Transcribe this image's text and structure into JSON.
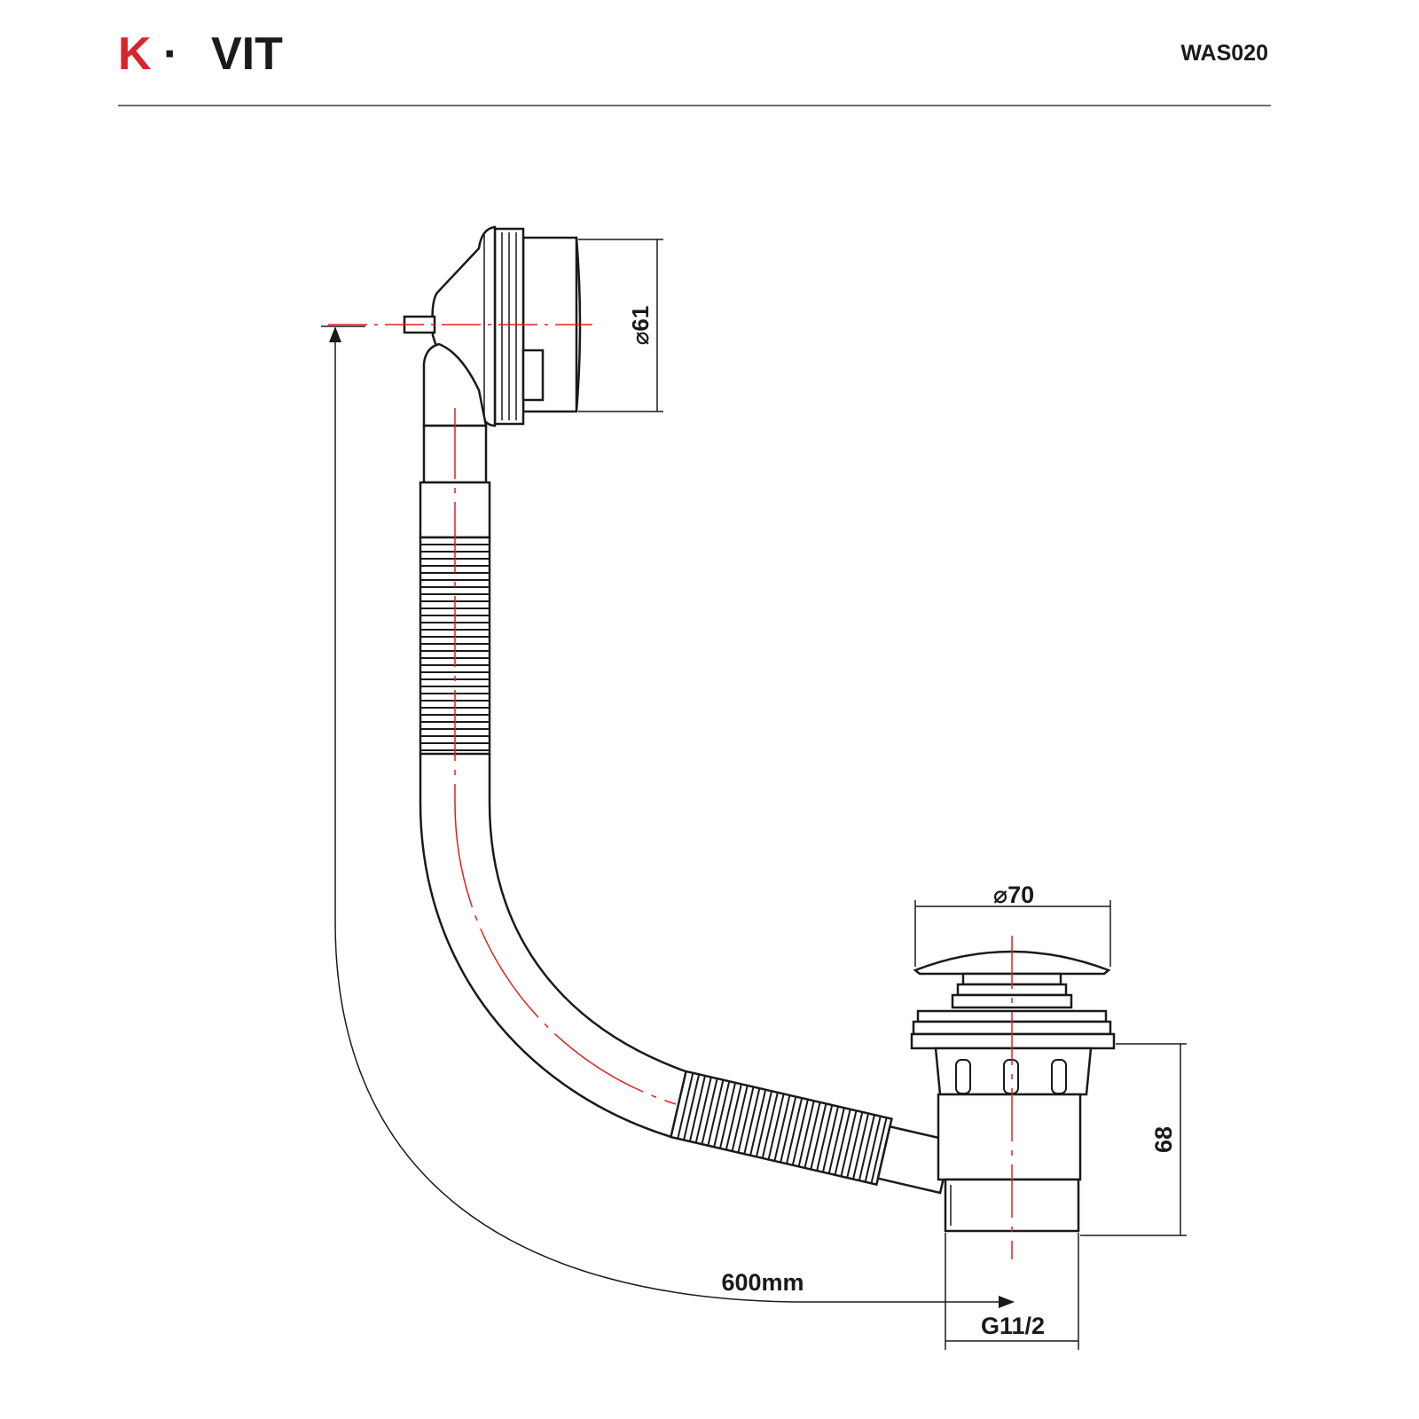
{
  "header": {
    "brand": {
      "letter": "K",
      "separator": "·",
      "rest": "VIT"
    },
    "model_code": "WAS020"
  },
  "dimensions": {
    "overflow_diameter": "⌀61",
    "drain_cap_diameter": "⌀70",
    "drain_body_height": "68",
    "pipe_length": "600mm",
    "thread_size": "G11/2"
  },
  "colors": {
    "brand_red": "#d6262c",
    "ink": "#1a1a1a",
    "centerline_red": "#e02020",
    "rule_gray": "#6b6b6b"
  }
}
